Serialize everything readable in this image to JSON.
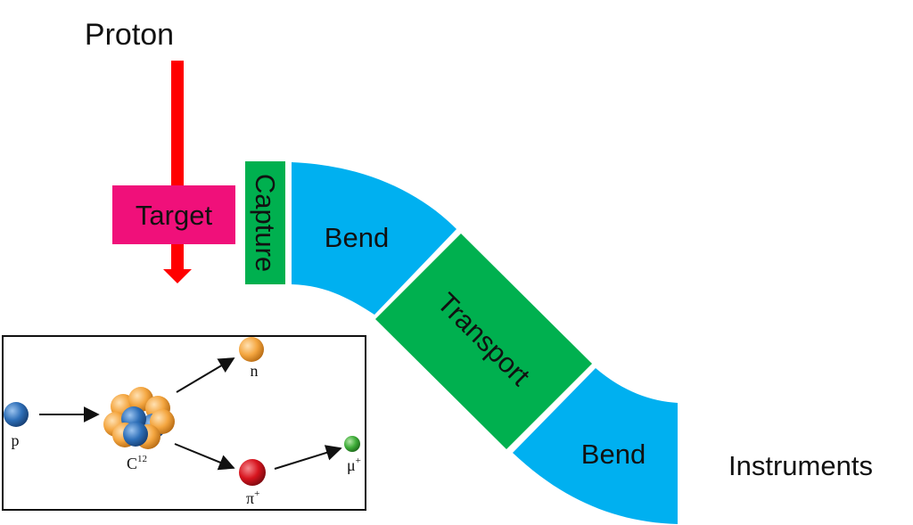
{
  "labels": {
    "proton": "Proton",
    "target": "Target",
    "capture": "Capture",
    "bend_top": "Bend",
    "transport": "Transport",
    "bend_bottom": "Bend",
    "instruments": "Instruments"
  },
  "inset": {
    "p": "p",
    "carbon": "C",
    "carbon_superscript": "12",
    "neutron": "n",
    "pion": "π",
    "pion_superscript": "+",
    "muon": "μ",
    "muon_superscript": "+"
  },
  "colors": {
    "proton_beam": "#ff0000",
    "target": "#f0107a",
    "capture": "#00b04f",
    "bend": "#00b0f0",
    "transport": "#00b04f",
    "proton_particle": "#2e6fb8",
    "neutron_particle": "#f4a640",
    "pion_particle": "#d7141e",
    "muon_particle": "#3fae3a"
  }
}
